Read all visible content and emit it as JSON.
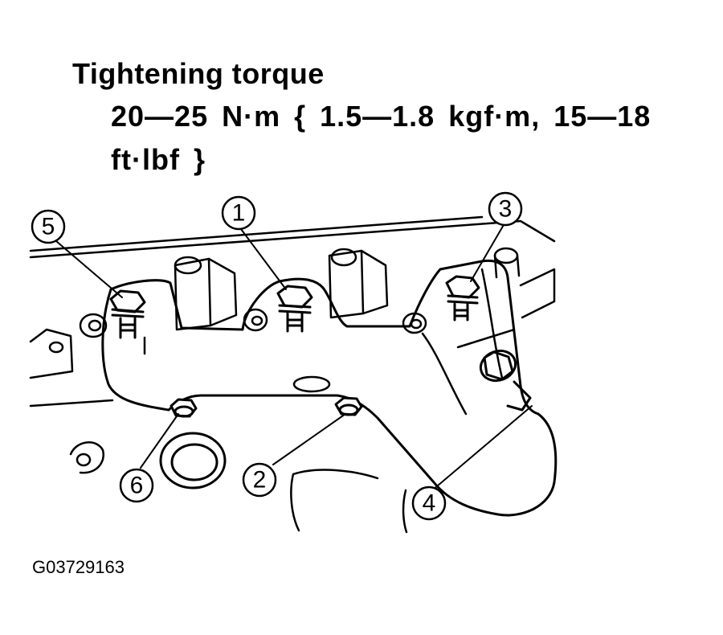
{
  "heading": "Tightening torque",
  "spec_line1": "20—25 N·m { 1.5—1.8 kgf·m, 15—18",
  "spec_line2": "ft·lbf }",
  "callouts": [
    "1",
    "2",
    "3",
    "4",
    "5",
    "6"
  ],
  "figure_code": "G03729163"
}
